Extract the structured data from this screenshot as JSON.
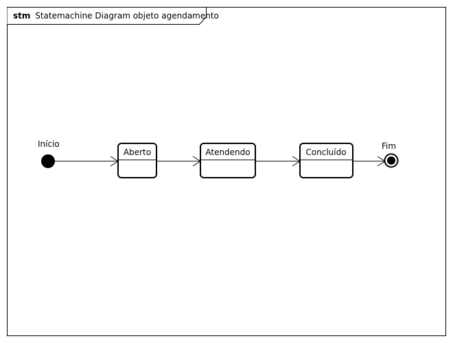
{
  "diagram": {
    "frame": {
      "keyword": "stm",
      "title": "Statemachine Diagram objeto agendamento"
    },
    "initial": {
      "label": "Início"
    },
    "states": [
      {
        "id": "aberto",
        "label": "Aberto"
      },
      {
        "id": "atendendo",
        "label": "Atendendo"
      },
      {
        "id": "concluido",
        "label": "Concluído"
      }
    ],
    "final": {
      "label": "Fim"
    },
    "transitions": [
      {
        "from": "initial",
        "to": "aberto"
      },
      {
        "from": "aberto",
        "to": "atendendo"
      },
      {
        "from": "atendendo",
        "to": "concluido"
      },
      {
        "from": "concluido",
        "to": "final"
      }
    ]
  }
}
